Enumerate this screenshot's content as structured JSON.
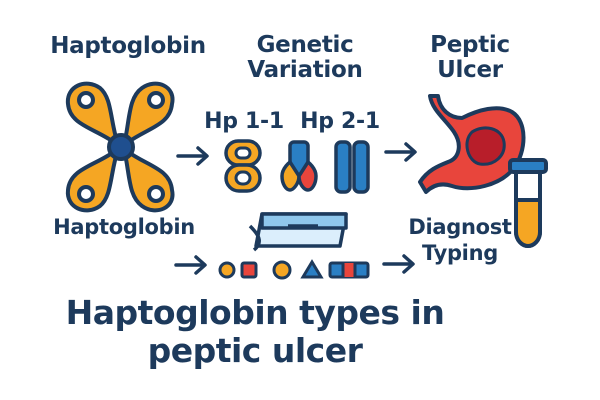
{
  "header": {
    "haptoglobin": "Haptoglobin",
    "genetic_line1": "Genetic",
    "genetic_line2": "Variation",
    "ulcer_line1": "Peptic",
    "ulcer_line2": "Ulcer"
  },
  "labels": {
    "haptoglobin_lower": "Haptoglobin",
    "hp11": "Hp 1-1",
    "hp21": "Hp 2-1",
    "diagnost_line1": "Diagnost",
    "diagnost_line2": "Typing"
  },
  "title": {
    "line1": "Haptoglobin types in",
    "line2": "peptic ulcer"
  },
  "colors": {
    "navy": "#1d3a5c",
    "orange": "#f5a623",
    "blue": "#2a7fc4",
    "red": "#e8453c",
    "light_blue": "#8fc7ec"
  },
  "icons": [
    "haptoglobin-molecule-icon",
    "arrow-right-icon",
    "hp11-gene-icon",
    "hp21-gene-icon",
    "stomach-ulcer-icon",
    "test-tube-icon",
    "electrophoresis-gel-icon",
    "marker-shapes-icon"
  ]
}
